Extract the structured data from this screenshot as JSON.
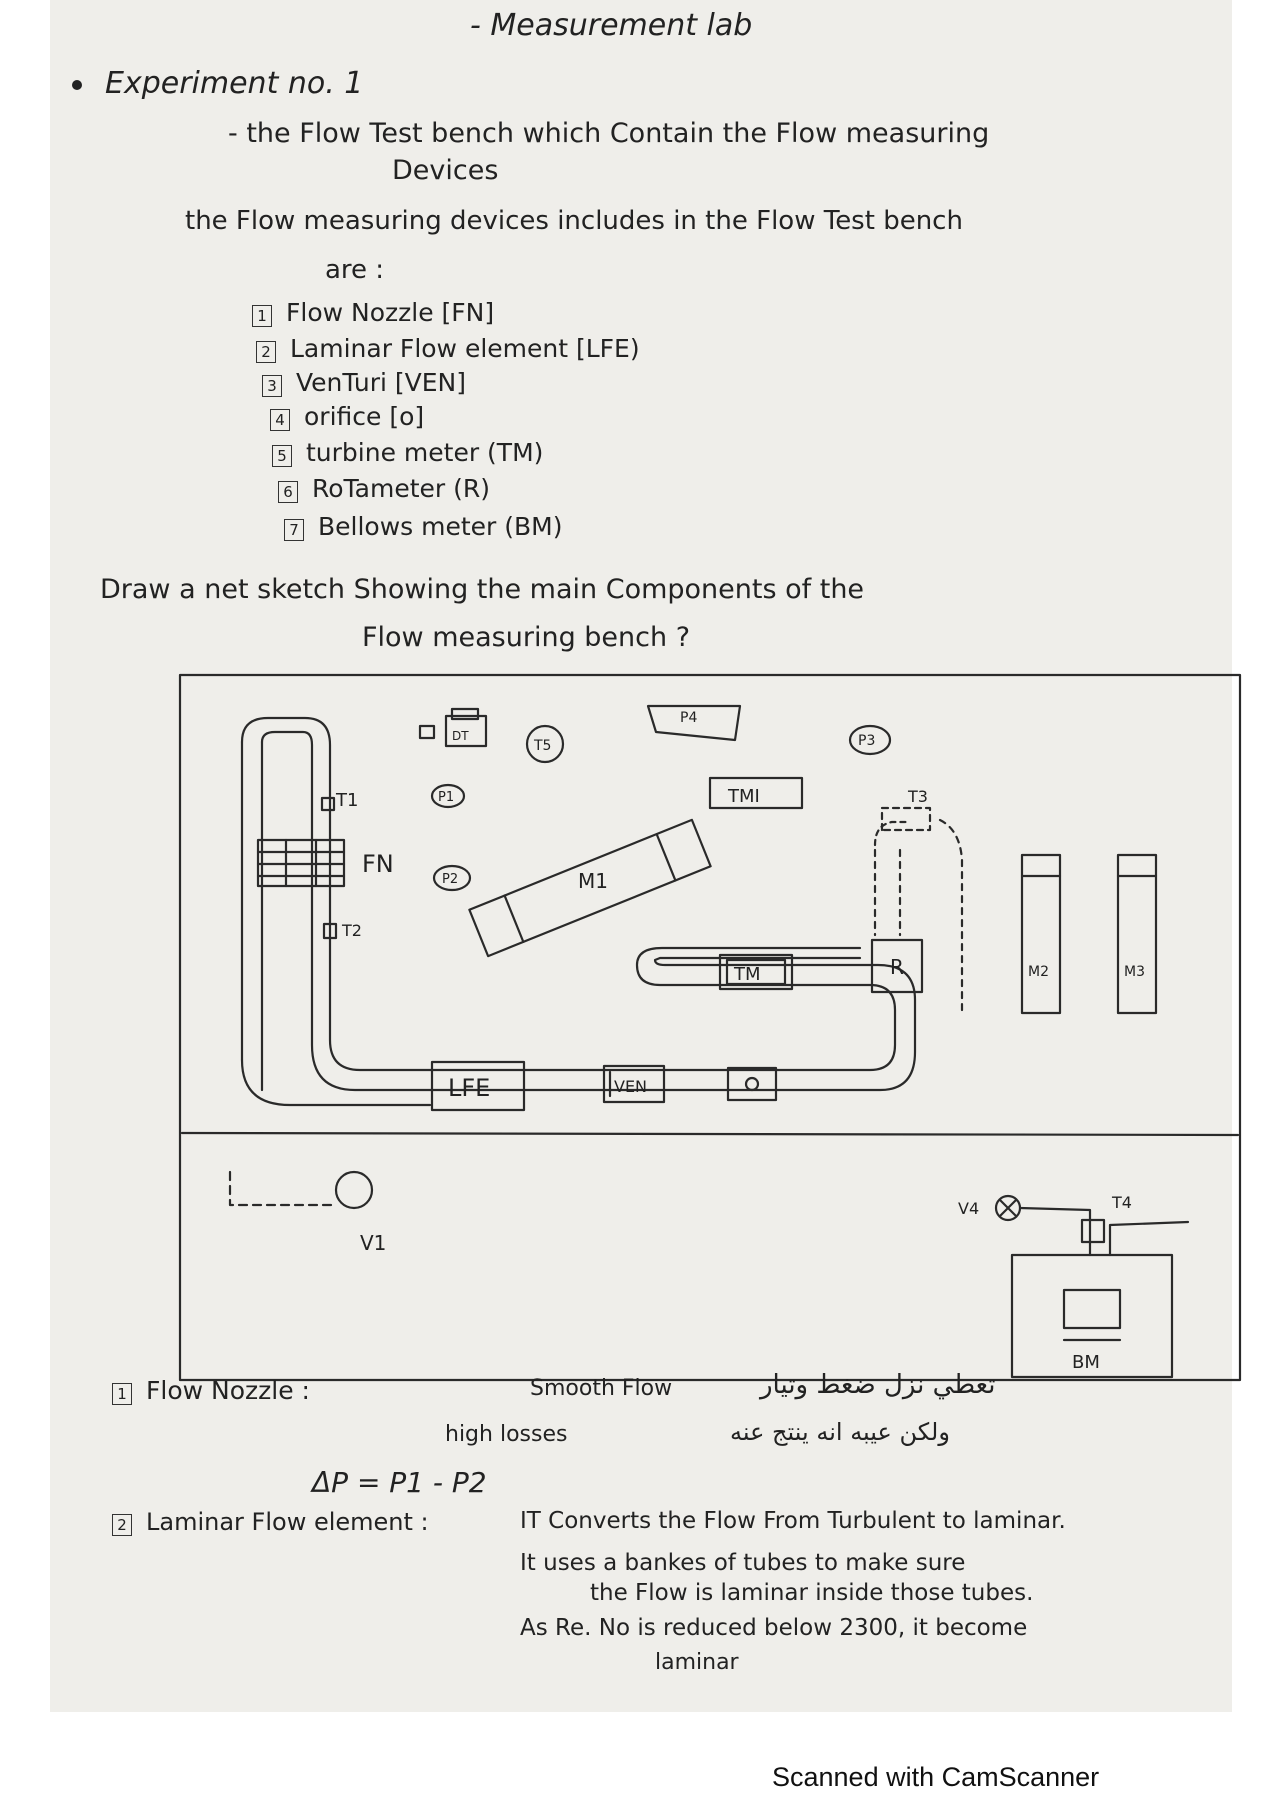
{
  "page": {
    "title": "- Measurement lab",
    "experiment": "Experiment no. 1",
    "intro_line1": "- the Flow Test bench which Contain the Flow measuring",
    "intro_line2": "Devices",
    "devices_line1": "the Flow measuring devices includes in the Flow Test bench",
    "devices_line2": "are :",
    "devices": [
      {
        "num": "1",
        "text": "Flow Nozzle [FN]"
      },
      {
        "num": "2",
        "text": "Laminar Flow element [LFE)"
      },
      {
        "num": "3",
        "text": "VenTuri [VEN]"
      },
      {
        "num": "4",
        "text": "orifice [o]"
      },
      {
        "num": "5",
        "text": "turbine meter (TM)"
      },
      {
        "num": "6",
        "text": "RoTameter (R)"
      },
      {
        "num": "7",
        "text": "Bellows meter (BM)"
      }
    ],
    "question_line1": "Draw a net sketch Showing the main Components of the",
    "question_line2": "Flow measuring bench ?"
  },
  "sketch": {
    "labels": {
      "DT": "DT",
      "T5": "T5",
      "P4": "P4",
      "P3": "P3",
      "T1": "T1",
      "P1": "P1",
      "TMI": "TMI",
      "T3": "T3",
      "FN": "FN",
      "P2": "P2",
      "M1": "M1",
      "T2": "T2",
      "TM": "TM",
      "R": "R",
      "M2": "M2",
      "M3": "M3",
      "LFE": "LFE",
      "VEN": "VEN",
      "O": "O",
      "V1": "V1",
      "V4": "V4",
      "T4": "T4",
      "BM": "BM"
    }
  },
  "notes": {
    "n1_num": "1",
    "n1_head": "Flow Nozzle :",
    "n1_smooth": "Smooth Flow",
    "n1_arabic1": "تعطي نزل ضغط وتيار",
    "n1_high": "high losses",
    "n1_arabic2": "ولكن عيبه انه ينتج عنه",
    "n1_eq": "ΔP = P1 - P2",
    "n2_num": "2",
    "n2_head": "Laminar Flow element :",
    "n2_line1": "IT Converts the Flow From Turbulent to laminar.",
    "n2_line2": "It uses a bankes of tubes to make sure",
    "n2_line3": "the Flow is laminar inside those tubes.",
    "n2_line4": "As Re. No is reduced below 2300, it become",
    "n2_line5": "laminar"
  },
  "footer": "Scanned with CamScanner"
}
